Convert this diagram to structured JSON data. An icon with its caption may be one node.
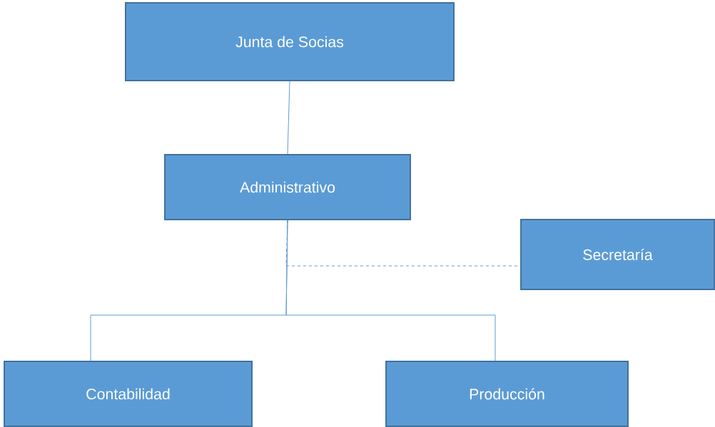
{
  "diagram": {
    "nodes": [
      {
        "text": [
          "Junta de Socias"
        ]
      },
      {
        "text": [
          "Administrativo"
        ]
      },
      {
        "text": [
          "Secretaría"
        ]
      },
      {
        "text": [
          "Contabilidad"
        ]
      },
      {
        "text": [
          "Producción"
        ]
      }
    ],
    "edges": [
      {
        "from": 0,
        "to": 1,
        "arrow": "none"
      },
      {
        "from": 1,
        "to": 2,
        "arrow": "none",
        "style": "dashed"
      },
      {
        "from": 1,
        "to": 3,
        "arrow": "none"
      },
      {
        "from": 1,
        "to": 4,
        "arrow": "none"
      }
    ]
  }
}
